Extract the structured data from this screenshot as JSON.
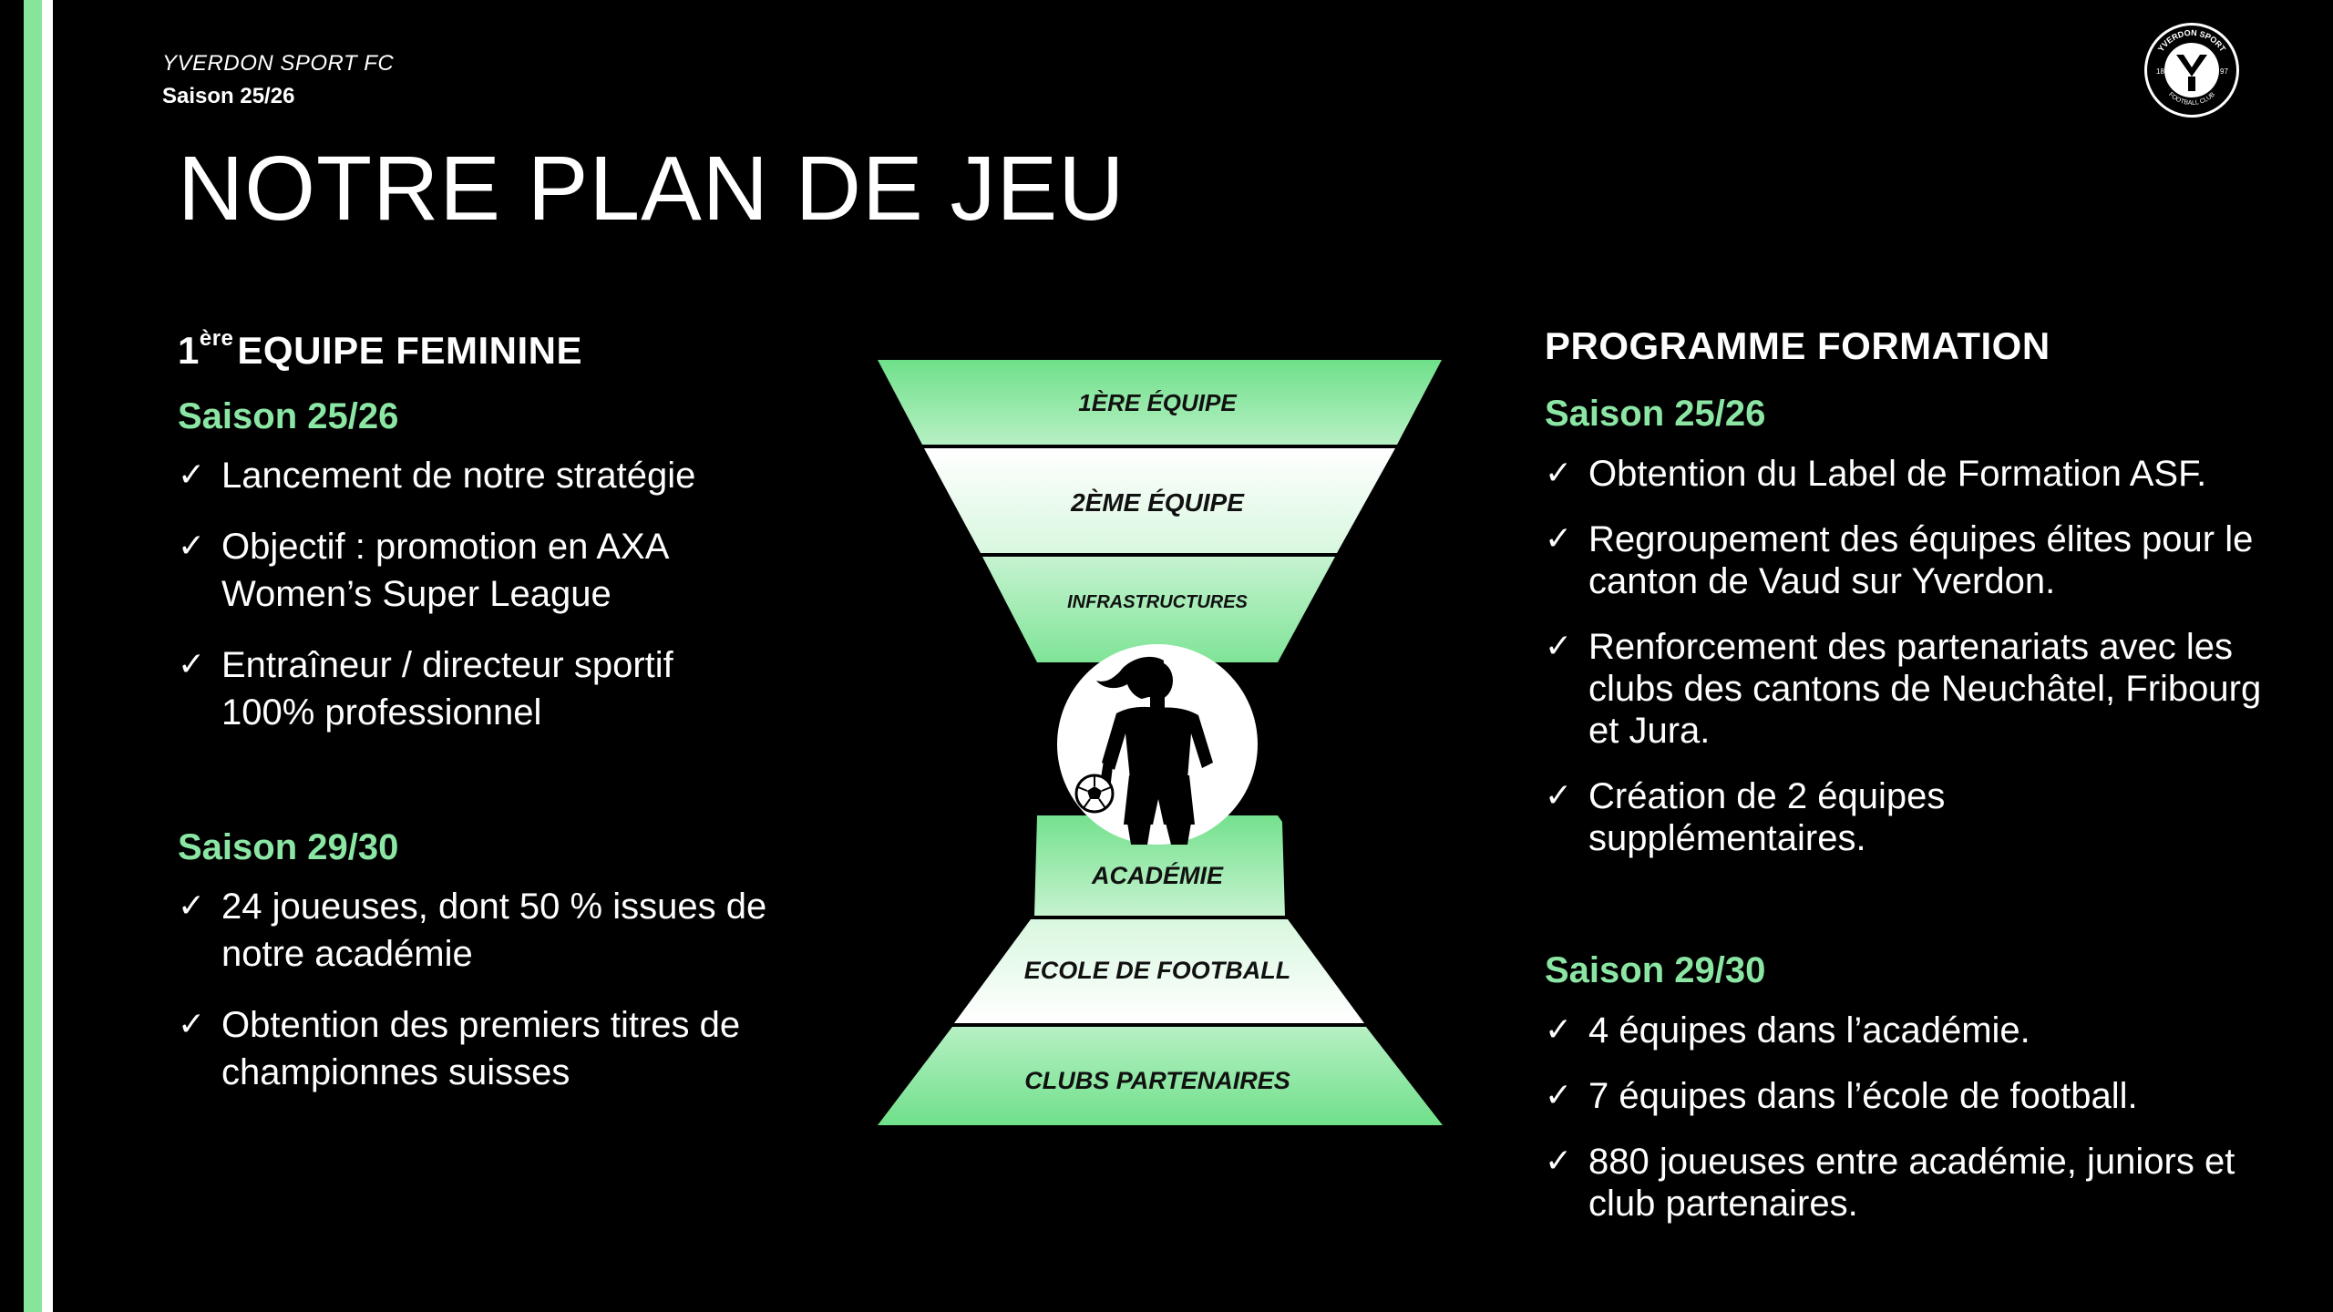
{
  "header": {
    "club_name": "YVERDON SPORT FC",
    "season": "Saison 25/26",
    "logo_text": "YVERDON SPORT",
    "logo_year_left": "18",
    "logo_year_right": "97",
    "logo_sub": "FOOTBALL CLUB"
  },
  "title": "NOTRE PLAN DE JEU",
  "left": {
    "heading_sup": "ère",
    "heading_num": "1",
    "heading": "EQUIPE FEMININE",
    "sections": [
      {
        "season": "Saison 25/26",
        "bullets": [
          "Lancement de notre stratégie",
          "Objectif : promotion en AXA Women’s Super League",
          "Entraîneur / directeur sportif 100% professionnel"
        ]
      },
      {
        "season": "Saison 29/30",
        "bullets": [
          "24 joueuses, dont 50 % issues de notre académie",
          "Obtention des premiers titres de championnes suisses"
        ]
      }
    ]
  },
  "right": {
    "heading": "PROGRAMME FORMATION",
    "sections": [
      {
        "season": "Saison 25/26",
        "bullets": [
          "Obtention du Label de Formation ASF.",
          "Regroupement des équipes élites pour le canton de Vaud sur Yverdon.",
          "Renforcement des partenariats avec les clubs des cantons de Neuchâtel, Fribourg et Jura.",
          "Création de 2 équipes supplémentaires."
        ]
      },
      {
        "season": "Saison 29/30",
        "bullets": [
          "4 équipes dans l’académie.",
          "7 équipes dans l’école de football.",
          "880 joueuses entre académie, juniors et club partenaires."
        ]
      }
    ]
  },
  "funnel": {
    "tiers": [
      "1ÈRE ÉQUIPE",
      "2ÈME ÉQUIPE",
      "INFRASTRUCTURES",
      "ACADÉMIE",
      "ECOLE DE FOOTBALL",
      "CLUBS PARTENAIRES"
    ],
    "center_icon": "female-footballer-icon"
  },
  "colors": {
    "accent_green": "#8be6a4",
    "stripe_green": "#86e59a",
    "funnel_green": "#6fe08a",
    "background": "#000000"
  },
  "icons": {
    "check": "✓"
  }
}
